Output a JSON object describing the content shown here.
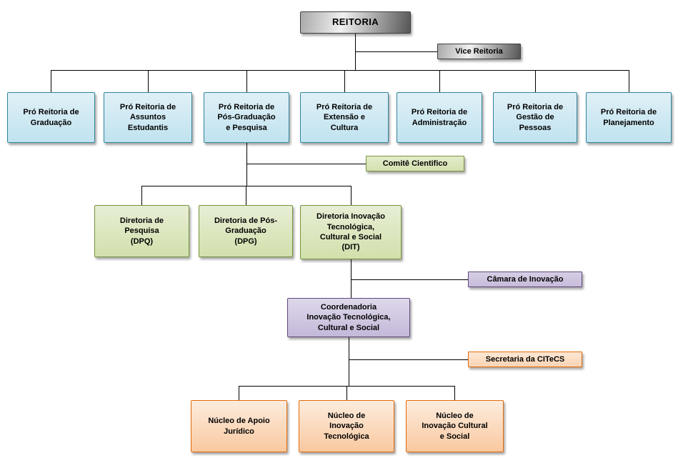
{
  "chart": {
    "type": "org-chart",
    "root": {
      "label": "REITORIA"
    },
    "vice": {
      "label": "Vice Reitoria"
    },
    "pro_reitorias": [
      {
        "label": "Pró Reitoria de\nGraduação"
      },
      {
        "label": "Pró Reitoria de\nAssuntos\nEstudantis"
      },
      {
        "label": "Pró Reitoria de\nPós-Graduação\ne Pesquisa"
      },
      {
        "label": "Pró Reitoria de\nExtensão e\nCultura"
      },
      {
        "label": "Pró Reitoria de\nAdministração"
      },
      {
        "label": "Pró Reitoria de\nGestão de\nPessoas"
      },
      {
        "label": "Pró Reitoria de\nPlanejamento"
      }
    ],
    "comite": {
      "label": "Comitê Cientifico"
    },
    "diretorias": [
      {
        "label": "Diretoria de\nPesquisa\n(DPQ)"
      },
      {
        "label": "Diretoria de Pós-\nGraduação\n(DPG)"
      },
      {
        "label": "Diretoria Inovação\nTecnológica,\nCultural e Social\n(DIT)"
      }
    ],
    "camara": {
      "label": "Câmara de Inovação"
    },
    "coordenadoria": {
      "label": "Coordenadoria\nInovação Tecnológica,\nCultural e Social"
    },
    "secretaria": {
      "label": "Secretaria da CITeCS"
    },
    "nucleos": [
      {
        "label": "Núcleo de Apoio\nJurídico"
      },
      {
        "label": "Núcleo de\nInovação\nTecnológica"
      },
      {
        "label": "Núcleo de\nInovação Cultural\ne Social"
      }
    ],
    "colors": {
      "line": "#000000",
      "blue_border": "#31849b",
      "green_border": "#76933c",
      "purple_border": "#60497b",
      "orange_border": "#e26b0a"
    }
  }
}
